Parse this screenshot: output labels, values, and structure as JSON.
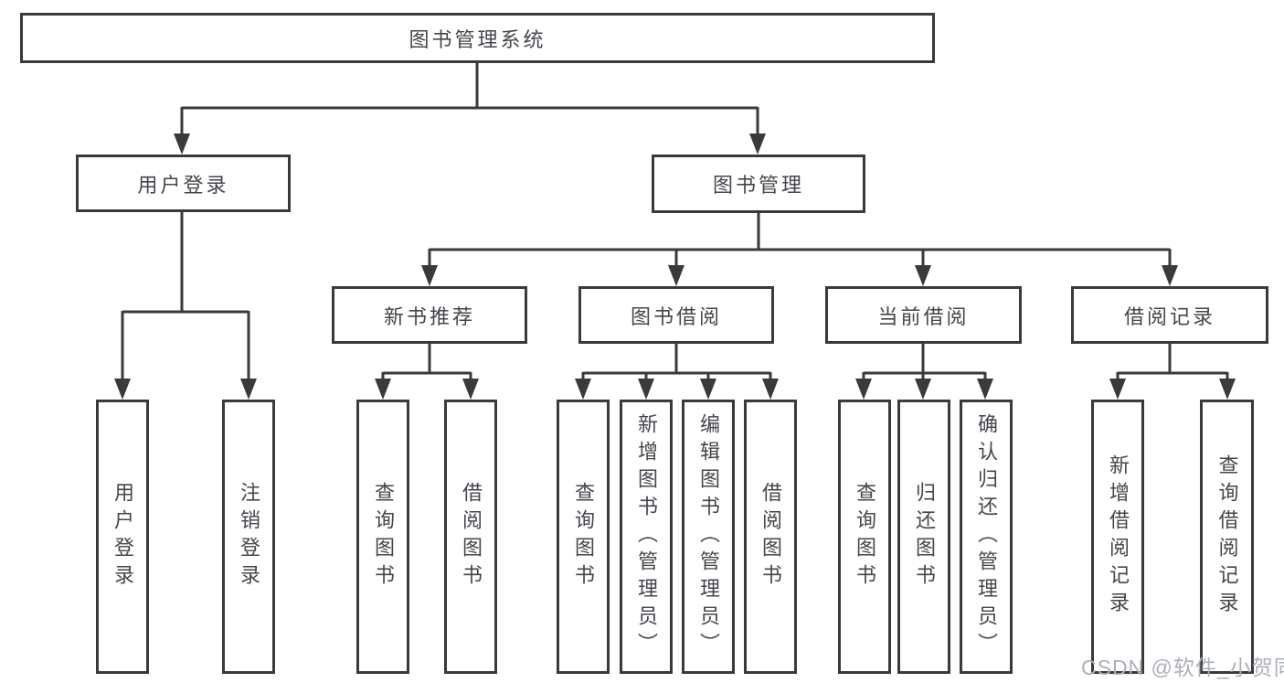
{
  "diagram": {
    "root_label": "图书管理系统",
    "level2": {
      "user_login": "用户登录",
      "book_management": "图书管理"
    },
    "level3": {
      "new_book_recommend": "新书推荐",
      "book_borrow": "图书借阅",
      "current_borrow": "当前借阅",
      "borrow_records": "借阅记录"
    },
    "leaves": {
      "user_login": [
        "用户登录",
        "注销登录"
      ],
      "new_book_recommend": [
        "查询图书",
        "借阅图书"
      ],
      "book_borrow": [
        "查询图书",
        "新增图书（管理员）",
        "编辑图书（管理员）",
        "借阅图书"
      ],
      "current_borrow": [
        "查询图书",
        "归还图书",
        "确认归还（管理员）"
      ],
      "borrow_records": [
        "新增借阅记录",
        "查询借阅记录"
      ]
    }
  },
  "watermark": {
    "text": "CSDN @软件_小贺同学"
  },
  "colors": {
    "line": "#3a3a3a",
    "text": "#43464b",
    "watermark": "#abb1b8",
    "background": "#ffffff"
  }
}
